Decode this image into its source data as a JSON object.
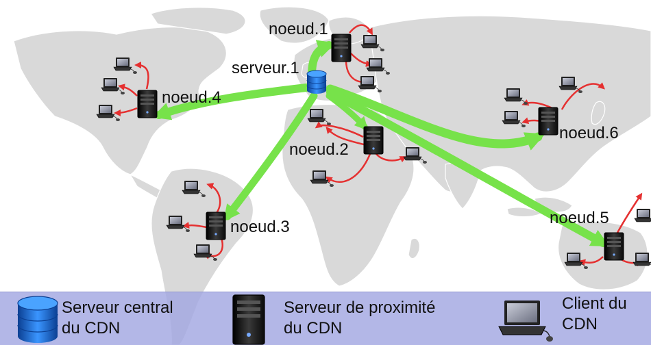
{
  "diagram": {
    "title": "",
    "central_server": {
      "label": "serveur.1"
    },
    "nodes": [
      {
        "id": "noeud1",
        "label": "noeud.1",
        "clients": 3
      },
      {
        "id": "noeud2",
        "label": "noeud.2",
        "clients": 3
      },
      {
        "id": "noeud3",
        "label": "noeud.3",
        "clients": 3
      },
      {
        "id": "noeud4",
        "label": "noeud.4",
        "clients": 3
      },
      {
        "id": "noeud5",
        "label": "noeud.5",
        "clients": 3
      },
      {
        "id": "noeud6",
        "label": "noeud.6",
        "clients": 3
      }
    ],
    "edges_central_to_node": [
      "noeud1",
      "noeud2",
      "noeud3",
      "noeud4",
      "noeud5",
      "noeud6"
    ],
    "colors": {
      "map_land": "#d9d9d9",
      "map_background": "#ffffff",
      "central_link": "#77e24a",
      "client_link": "#e53030",
      "server_body": "#1a1a1a",
      "database": "#1f6fd6",
      "legend_background": "#a0a5e1"
    }
  },
  "legend": {
    "items": [
      {
        "icon": "database-icon",
        "label": "Serveur central\ndu CDN"
      },
      {
        "icon": "server-tower-icon",
        "label": "Serveur de proximité\ndu CDN"
      },
      {
        "icon": "laptop-client-icon",
        "label": "Client du\nCDN"
      }
    ]
  }
}
